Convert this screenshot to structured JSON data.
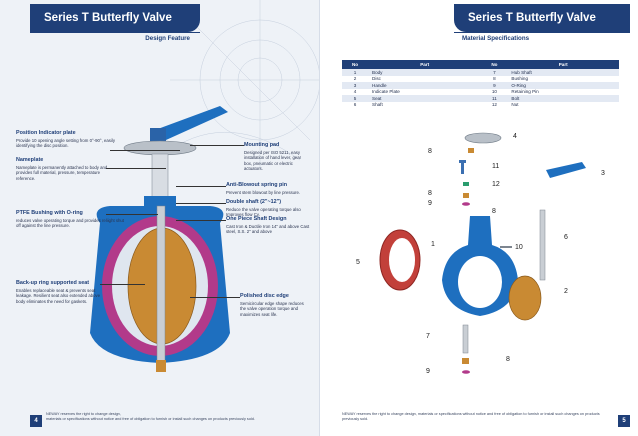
{
  "left_page": {
    "title": "Series T Butterfly Valve",
    "subtitle": "Design Feature",
    "page_number": "4",
    "footer": [
      "NEWAY reserves the right to change design,",
      "materials or specifications without notice and free of obligation to furnish or install such changes on products previously sold."
    ],
    "features": [
      {
        "title": "Position Indicator plate",
        "text": "Provide 10 opening angle setting from 0°-90°, easily identifying the disc position."
      },
      {
        "title": "Nameplate",
        "text": "Nameplate is permanently attached to body and provides full material, pressure, temperature reference."
      },
      {
        "title": "PTFE Bushing with O-ring",
        "text": "reduces valve operating torque and provides reliight shut off against the line pressure."
      },
      {
        "title": "Back-up ring supported seat",
        "text": "Enables replaceable seat & prevents seat leakage. Resilient seat also extended above body eliminates the need for gaskets."
      },
      {
        "title": "Mounting pad",
        "text": "Designed per ISO 5211, easy installation of hand lever, gear box, pneumatic or electric actuators."
      },
      {
        "title": "Anti-Blowout spring pin",
        "text": "Prevent stem blowout by line pressure."
      },
      {
        "title": "Double shaft (2\"~12\")",
        "text": "Reduce the valve operating torque also Improves flow Cv."
      },
      {
        "title": "One Piece Shaft Design",
        "text": "Cast Iron & Ductile Iron 14\" and above Cast steel, S.S. 2\" and above"
      },
      {
        "title": "Polished disc edge",
        "text": "Semicircular edge shape reduces the valve operation torque and maximizes seat life."
      }
    ]
  },
  "right_page": {
    "title": "Series T Butterfly Valve",
    "subtitle": "Material  Specifications",
    "page_number": "5",
    "footer": "NEWAY reserves the right to change design, materials or specifications without notice and free of obligation to furnish or install such changes on products previously sold.",
    "table": {
      "headers": [
        "No",
        "Part",
        "No",
        "Part"
      ],
      "rows": [
        [
          "1",
          "Body",
          "7",
          "Hub Shaft"
        ],
        [
          "2",
          "Disc",
          "8",
          "Bushing"
        ],
        [
          "3",
          "Handle",
          "9",
          "O-Ring"
        ],
        [
          "4",
          "Indicate Plate",
          "10",
          "Retaining Pin"
        ],
        [
          "5",
          "Seat",
          "11",
          "Bolt"
        ],
        [
          "6",
          "Shaft",
          "12",
          "Nut"
        ]
      ]
    },
    "callouts": [
      "4",
      "8",
      "11",
      "12",
      "8",
      "9",
      "8",
      "1",
      "10",
      "6",
      "5",
      "2",
      "3",
      "7",
      "8",
      "9"
    ]
  },
  "colors": {
    "navy": "#1f3f78",
    "valve_blue": "#1e6fbf",
    "disc_bronze": "#c98a33",
    "seat_magenta": "#b23a8a",
    "seat_red": "#c2403a"
  }
}
